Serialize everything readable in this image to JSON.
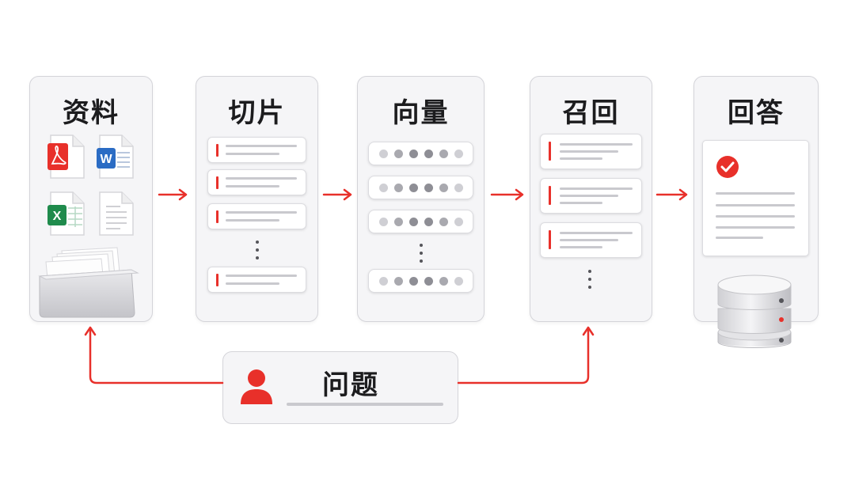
{
  "stages": [
    {
      "title": "资料"
    },
    {
      "title": "切片"
    },
    {
      "title": "向量"
    },
    {
      "title": "召回"
    },
    {
      "title": "回答"
    }
  ],
  "question": {
    "label": "问题"
  },
  "file_icons": {
    "pdf": "pdf-file-icon",
    "word": "W",
    "excel": "X",
    "text": "text-file-icon"
  },
  "colors": {
    "accent": "#e8302a",
    "panel_bg": "#f5f5f7",
    "border": "#d4d4d9",
    "word_blue": "#2b6cc4",
    "excel_green": "#1f8b4c"
  }
}
